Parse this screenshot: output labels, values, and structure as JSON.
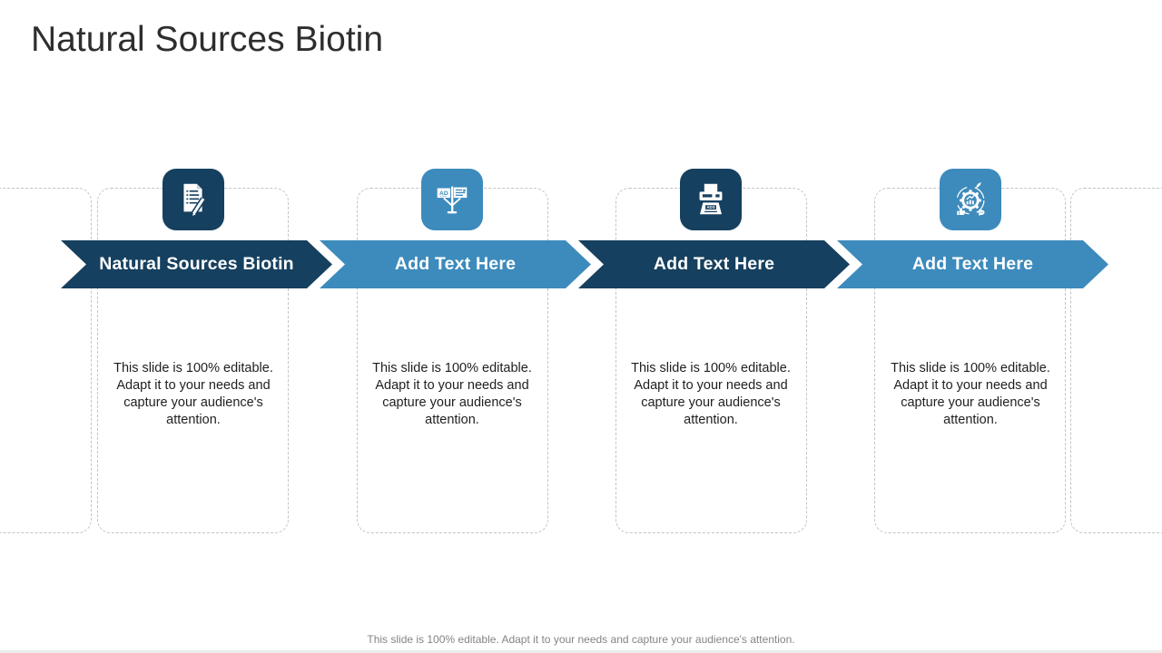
{
  "slide": {
    "title": "Natural Sources Biotin",
    "footer": "This slide is 100% editable. Adapt it to your needs and capture your audience's attention.",
    "colors": {
      "dark_blue": "#16405f",
      "light_blue": "#3d8bbc",
      "dashed_border": "#c4c4c4",
      "title_text": "#2e2e2e",
      "body_text": "#1f1f1f",
      "footer_text": "#848484"
    },
    "steps": [
      {
        "label": "Natural Sources Biotin",
        "tone": "dark",
        "icon": "document-pen-icon",
        "icon_text": "",
        "description": "This slide is 100% editable. Adapt it to your needs and capture your audience's attention."
      },
      {
        "label": "Add Text Here",
        "tone": "light",
        "icon": "ad-billboard-icon",
        "icon_text": "AD",
        "description": "This slide is 100% editable. Adapt it to your needs and capture your audience's attention."
      },
      {
        "label": "Add Text Here",
        "tone": "dark",
        "icon": "ads-printer-icon",
        "icon_text": "ADS",
        "description": "This slide is 100% editable. Adapt it to your needs and capture your audience's attention."
      },
      {
        "label": "Add Text Here",
        "tone": "light",
        "icon": "marketing-gear-icon",
        "icon_text": "",
        "description": "This slide is 100% editable. Adapt it to your needs and capture your audience's attention."
      }
    ]
  }
}
